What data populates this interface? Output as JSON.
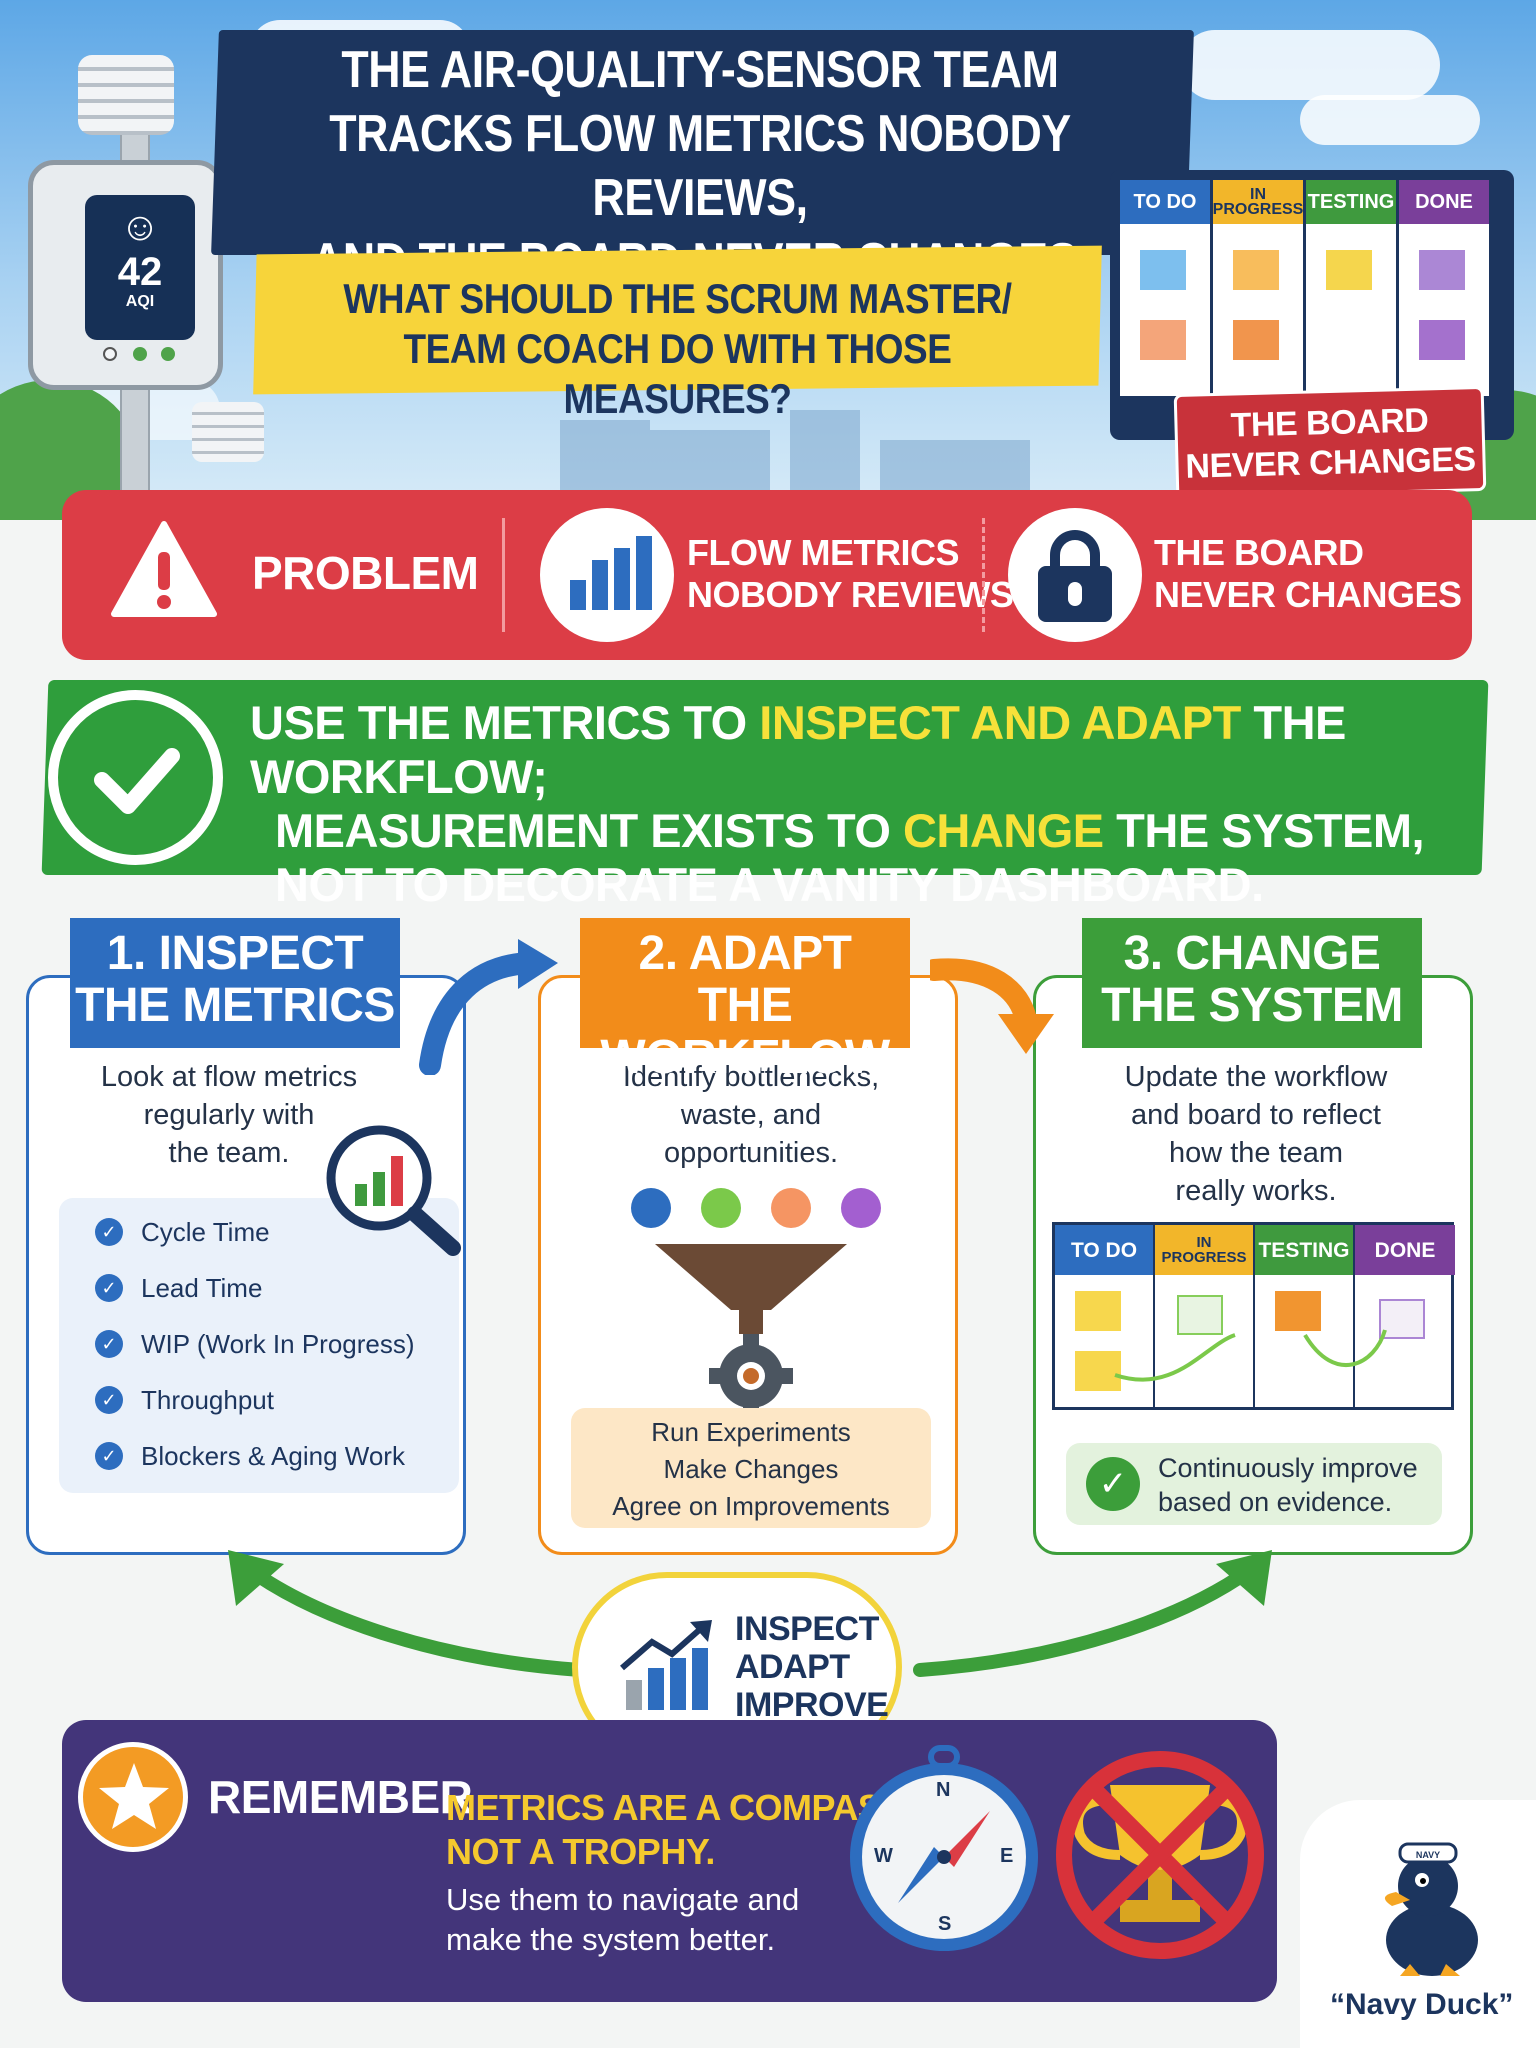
{
  "header": {
    "title_lines": [
      "THE AIR-QUALITY-SENSOR TEAM",
      "TRACKS FLOW METRICS NOBODY REVIEWS,",
      "AND THE BOARD NEVER CHANGES."
    ],
    "question_lines": [
      "WHAT SHOULD THE SCRUM MASTER/",
      "TEAM COACH DO WITH THOSE MEASURES?"
    ],
    "sensor": {
      "value": "42",
      "unit": "AQI",
      "face": "☺"
    },
    "board": {
      "columns": [
        "TO DO",
        "IN PROGRESS",
        "TESTING",
        "DONE"
      ],
      "column_colors": [
        "#2d6dbf",
        "#f2b62a",
        "#3f9a3e",
        "#7a3f9a"
      ],
      "badge_lines": [
        "THE BOARD",
        "NEVER CHANGES"
      ]
    }
  },
  "problem": {
    "label": "PROBLEM",
    "item1_lines": [
      "FLOW METRICS",
      "NOBODY REVIEWS"
    ],
    "item2_lines": [
      "THE BOARD",
      "NEVER CHANGES"
    ]
  },
  "solution": {
    "line1_a": "USE THE METRICS TO ",
    "line1_hl": "INSPECT AND ADAPT",
    "line1_b": " THE WORKFLOW;",
    "line2_a": "MEASUREMENT EXISTS TO ",
    "line2_hl": "CHANGE",
    "line2_b": " THE SYSTEM,",
    "line3": "NOT TO DECORATE A VANITY DASHBOARD."
  },
  "steps": [
    {
      "title_lines": [
        "1. INSPECT",
        "THE METRICS"
      ],
      "color": "#2d6dbf",
      "desc_lines": [
        "Look at flow metrics",
        "regularly with",
        "the team."
      ],
      "checklist": [
        "Cycle Time",
        "Lead Time",
        "WIP (Work In Progress)",
        "Throughput",
        "Blockers & Aging Work"
      ]
    },
    {
      "title_lines": [
        "2. ADAPT",
        "THE WORKFLOW"
      ],
      "color": "#f28c1a",
      "desc_lines": [
        "Identify bottlenecks,",
        "waste, and",
        "opportunities."
      ],
      "actions": [
        "Run Experiments",
        "Make Changes",
        "Agree on Improvements"
      ]
    },
    {
      "title_lines": [
        "3. CHANGE",
        "THE SYSTEM"
      ],
      "color": "#3c9e3a",
      "desc_lines": [
        "Update the workflow",
        "and board to reflect",
        "how the team",
        "really works."
      ],
      "board_columns": [
        "TO DO",
        "IN PROGRESS",
        "TESTING",
        "DONE"
      ],
      "footer_lines": [
        "Continuously improve",
        "based on evidence."
      ]
    }
  ],
  "cycle": {
    "lines": [
      "INSPECT",
      "ADAPT",
      "IMPROVE"
    ]
  },
  "remember": {
    "label": "REMEMBER",
    "highlight_lines": [
      "METRICS ARE A COMPASS,",
      "NOT A TROPHY."
    ],
    "body_lines": [
      "Use them to navigate and",
      "make the system better."
    ],
    "compass_letters": {
      "n": "N",
      "s": "S",
      "e": "E",
      "w": "W"
    }
  },
  "mascot": {
    "name": "“Navy Duck”",
    "hat_text": "NAVY"
  }
}
